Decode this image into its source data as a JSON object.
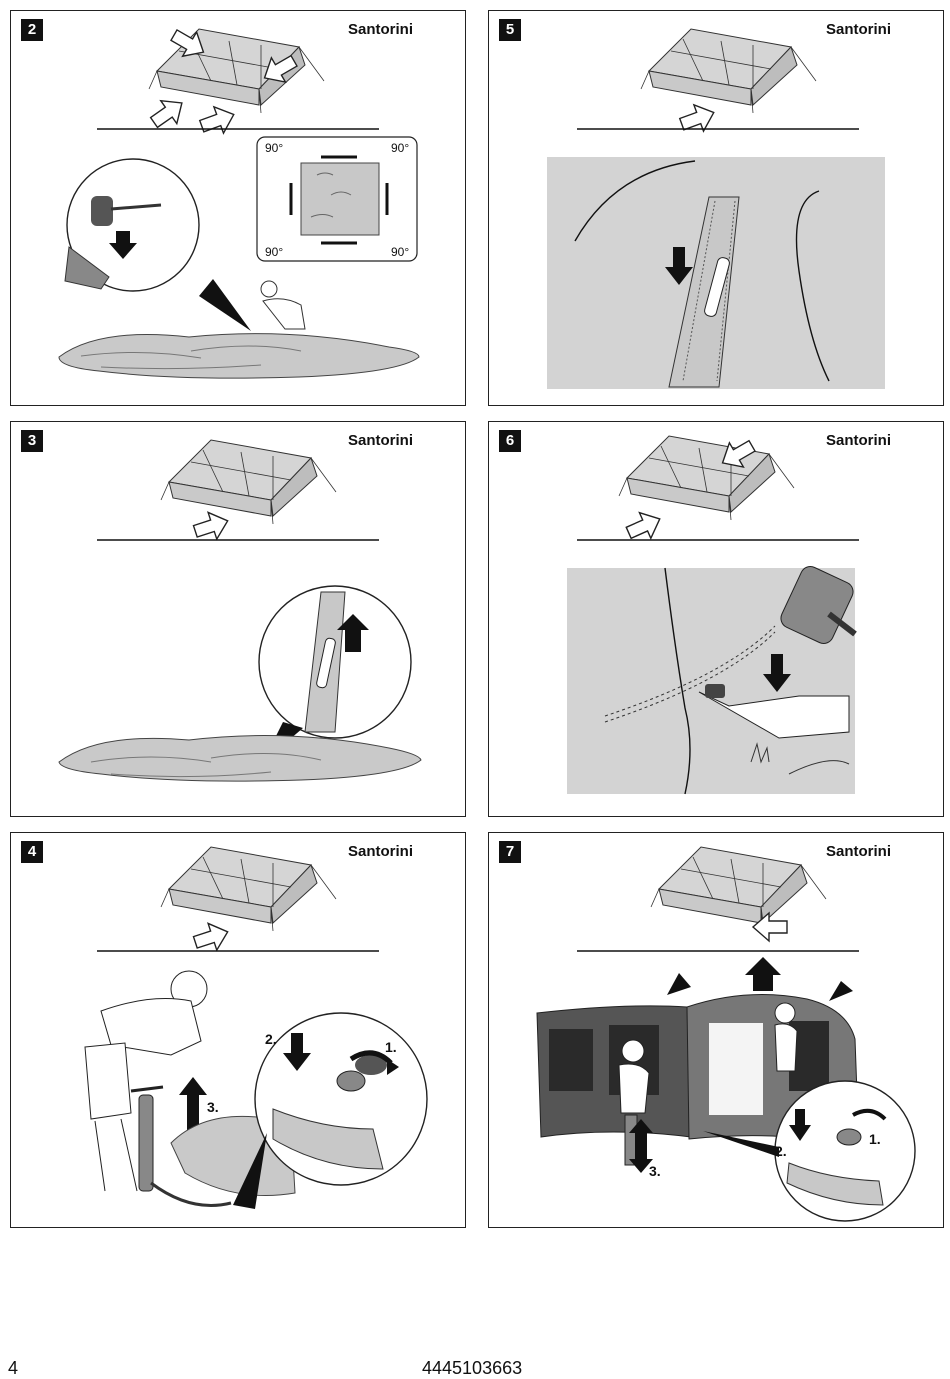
{
  "brand": "Santorini",
  "panels": [
    {
      "number": "2",
      "brand": "Santorini",
      "angles": [
        "90°",
        "90°",
        "90°",
        "90°"
      ]
    },
    {
      "number": "5",
      "brand": "Santorini"
    },
    {
      "number": "3",
      "brand": "Santorini"
    },
    {
      "number": "6",
      "brand": "Santorini"
    },
    {
      "number": "4",
      "brand": "Santorini",
      "steps": [
        "2.",
        "1.",
        "3."
      ]
    },
    {
      "number": "7",
      "brand": "Santorini",
      "steps": [
        "2.",
        "1.",
        "3."
      ]
    }
  ],
  "footer": {
    "page_number": "4",
    "document_code": "4445103663"
  }
}
